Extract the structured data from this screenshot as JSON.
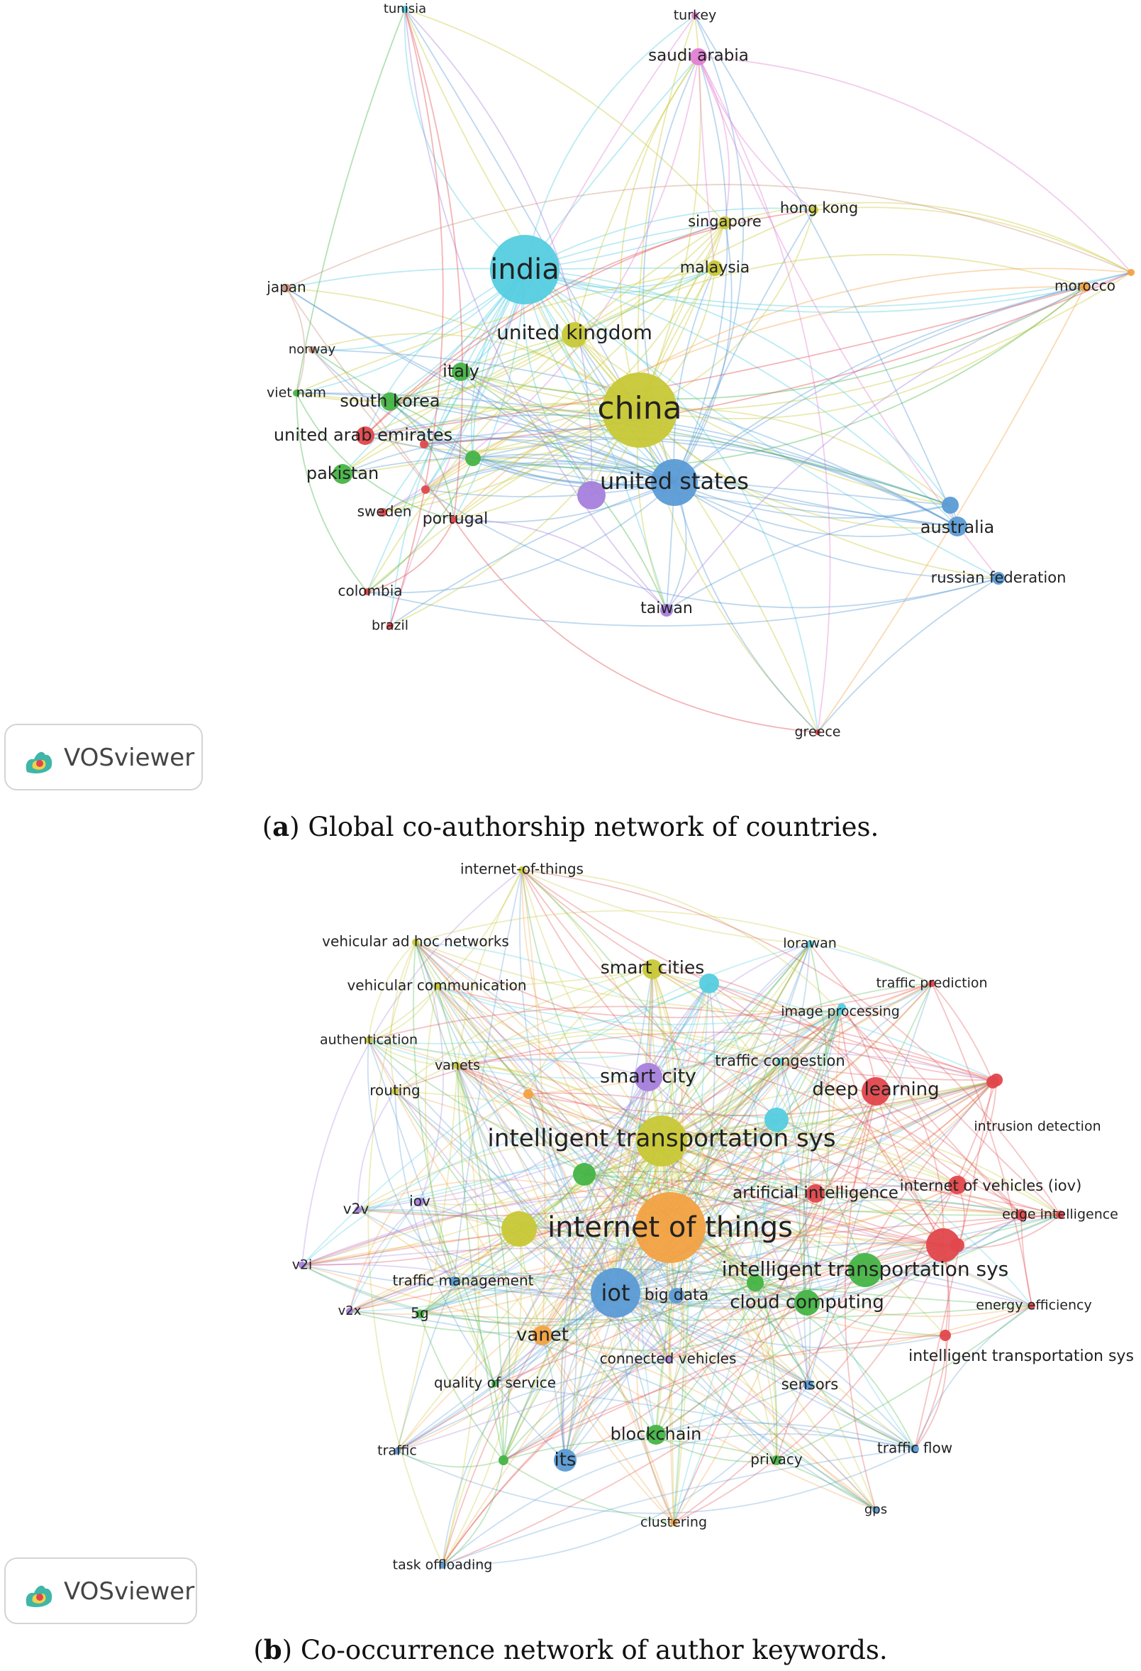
{
  "chart_data": [
    {
      "type": "network",
      "title": "",
      "caption_letter": "a",
      "caption_text": "Global co-authorship network of countries.",
      "watermark": "VOSviewer",
      "clusters": {
        "cyan": "#55cde0",
        "yellow": "#c8c837",
        "blue": "#5b9bd5",
        "red": "#e0474c",
        "green": "#46b446",
        "purple": "#a77fdc",
        "pink": "#e280d3",
        "orange": "#f2a243",
        "brown": "#c9917b"
      },
      "nodes": [
        {
          "label": "india",
          "cluster": "cyan",
          "weight": 10
        },
        {
          "label": "china",
          "cluster": "yellow",
          "weight": 10
        },
        {
          "label": "united states",
          "cluster": "blue",
          "weight": 6
        },
        {
          "label": "united kingdom",
          "cluster": "yellow",
          "weight": 3
        },
        {
          "label": "south korea",
          "cluster": "green",
          "weight": 2
        },
        {
          "label": "italy",
          "cluster": "green",
          "weight": 2
        },
        {
          "label": "united arab emirates",
          "cluster": "red",
          "weight": 2
        },
        {
          "label": "pakistan",
          "cluster": "green",
          "weight": 2
        },
        {
          "label": "sweden",
          "cluster": "red",
          "weight": 1
        },
        {
          "label": "portugal",
          "cluster": "red",
          "weight": 1
        },
        {
          "label": "japan",
          "cluster": "brown",
          "weight": 1
        },
        {
          "label": "norway",
          "cluster": "brown",
          "weight": 1
        },
        {
          "label": "viet nam",
          "cluster": "green",
          "weight": 1
        },
        {
          "label": "colombia",
          "cluster": "red",
          "weight": 1
        },
        {
          "label": "brazil",
          "cluster": "red",
          "weight": 1
        },
        {
          "label": "taiwan",
          "cluster": "purple",
          "weight": 1
        },
        {
          "label": "greece",
          "cluster": "red",
          "weight": 1
        },
        {
          "label": "australia",
          "cluster": "blue",
          "weight": 2
        },
        {
          "label": "russian federation",
          "cluster": "blue",
          "weight": 1
        },
        {
          "label": "morocco",
          "cluster": "orange",
          "weight": 1
        },
        {
          "label": "hong kong",
          "cluster": "yellow",
          "weight": 1
        },
        {
          "label": "singapore",
          "cluster": "yellow",
          "weight": 1
        },
        {
          "label": "malaysia",
          "cluster": "yellow",
          "weight": 2
        },
        {
          "label": "saudi arabia",
          "cluster": "pink",
          "weight": 2
        },
        {
          "label": "turkey",
          "cluster": "pink",
          "weight": 1
        },
        {
          "label": "tunisia",
          "cluster": "cyan",
          "weight": 1
        }
      ]
    },
    {
      "type": "network",
      "title": "",
      "caption_letter": "b",
      "caption_text": "Co-occurrence network of author keywords.",
      "watermark": "VOSviewer",
      "clusters": {
        "yellow": "#c8c837",
        "cyan": "#55cde0",
        "red": "#e0474c",
        "purple": "#a77fdc",
        "orange": "#f2a243",
        "blue": "#5b9bd5",
        "green": "#46b446"
      },
      "nodes": [
        {
          "label": "internet of things",
          "cluster": "orange",
          "weight": 10
        },
        {
          "label": "intelligent transportation sys",
          "cluster": "yellow",
          "weight": 6
        },
        {
          "label": "iot",
          "cluster": "blue",
          "weight": 6
        },
        {
          "label": "intelligent transportation sys",
          "cluster": "green",
          "weight": 4
        },
        {
          "label": "smart city",
          "cluster": "purple",
          "weight": 3
        },
        {
          "label": "deep learning",
          "cluster": "red",
          "weight": 3
        },
        {
          "label": "smart cities",
          "cluster": "yellow",
          "weight": 2
        },
        {
          "label": "internet-of-things",
          "cluster": "yellow",
          "weight": 1
        },
        {
          "label": "vehicular ad hoc networks",
          "cluster": "yellow",
          "weight": 1
        },
        {
          "label": "vehicular communication",
          "cluster": "yellow",
          "weight": 1
        },
        {
          "label": "authentication",
          "cluster": "yellow",
          "weight": 1
        },
        {
          "label": "vanets",
          "cluster": "yellow",
          "weight": 1
        },
        {
          "label": "routing",
          "cluster": "yellow",
          "weight": 1
        },
        {
          "label": "lorawan",
          "cluster": "cyan",
          "weight": 1
        },
        {
          "label": "traffic prediction",
          "cluster": "red",
          "weight": 1
        },
        {
          "label": "image processing",
          "cluster": "cyan",
          "weight": 1
        },
        {
          "label": "traffic congestion",
          "cluster": "cyan",
          "weight": 1
        },
        {
          "label": "intrusion detection",
          "cluster": "red",
          "weight": 1
        },
        {
          "label": "artificial intelligence",
          "cluster": "red",
          "weight": 2
        },
        {
          "label": "internet of vehicles (iov)",
          "cluster": "red",
          "weight": 2
        },
        {
          "label": "edge intelligence",
          "cluster": "red",
          "weight": 1
        },
        {
          "label": "v2v",
          "cluster": "purple",
          "weight": 1
        },
        {
          "label": "iov",
          "cluster": "purple",
          "weight": 1
        },
        {
          "label": "v2i",
          "cluster": "purple",
          "weight": 1
        },
        {
          "label": "v2x",
          "cluster": "purple",
          "weight": 1
        },
        {
          "label": "traffic management",
          "cluster": "blue",
          "weight": 1
        },
        {
          "label": "5g",
          "cluster": "green",
          "weight": 1
        },
        {
          "label": "vanet",
          "cluster": "orange",
          "weight": 2
        },
        {
          "label": "big data",
          "cluster": "blue",
          "weight": 2
        },
        {
          "label": "cloud computing",
          "cluster": "green",
          "weight": 3
        },
        {
          "label": "energy efficiency",
          "cluster": "red",
          "weight": 1
        },
        {
          "label": "intelligent transportation sys",
          "cluster": "red",
          "weight": 1
        },
        {
          "label": "connected vehicles",
          "cluster": "purple",
          "weight": 1
        },
        {
          "label": "quality of service",
          "cluster": "green",
          "weight": 1
        },
        {
          "label": "sensors",
          "cluster": "blue",
          "weight": 1
        },
        {
          "label": "blockchain",
          "cluster": "green",
          "weight": 2
        },
        {
          "label": "traffic",
          "cluster": "blue",
          "weight": 1
        },
        {
          "label": "its",
          "cluster": "blue",
          "weight": 2
        },
        {
          "label": "privacy",
          "cluster": "green",
          "weight": 1
        },
        {
          "label": "traffic flow",
          "cluster": "blue",
          "weight": 1
        },
        {
          "label": "gps",
          "cluster": "blue",
          "weight": 1
        },
        {
          "label": "clustering",
          "cluster": "orange",
          "weight": 1
        },
        {
          "label": "task offloading",
          "cluster": "blue",
          "weight": 1
        }
      ]
    }
  ]
}
